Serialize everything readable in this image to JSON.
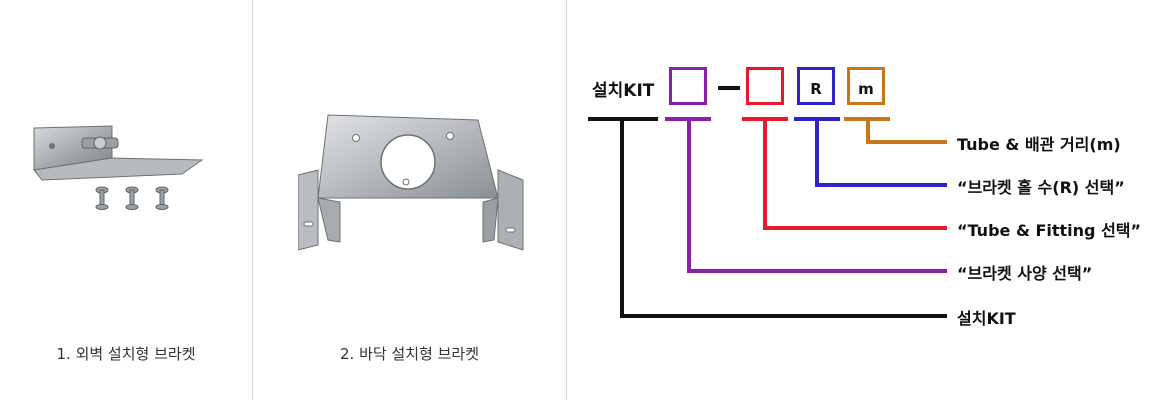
{
  "products": [
    {
      "caption": "1. 외벽 설치형 브라켓"
    },
    {
      "caption": "2. 바닥 설치형 브라켓"
    }
  ],
  "code": {
    "prefix": "설치KIT",
    "box_r": "R",
    "box_m": "m"
  },
  "legend": {
    "tube_distance": "Tube & 배관 거리(m)",
    "hole_count": "“브라켓 홀 수(R) 선택”",
    "tube_fitting": "“Tube & Fitting 선택”",
    "bracket_spec": "“브라켓 사양 선택”",
    "install_kit": "설치KIT"
  },
  "colors": {
    "black": "#111111",
    "purple": "#8a1fa8",
    "red": "#e8192c",
    "blue": "#2e22c8",
    "orange": "#c8761a"
  }
}
